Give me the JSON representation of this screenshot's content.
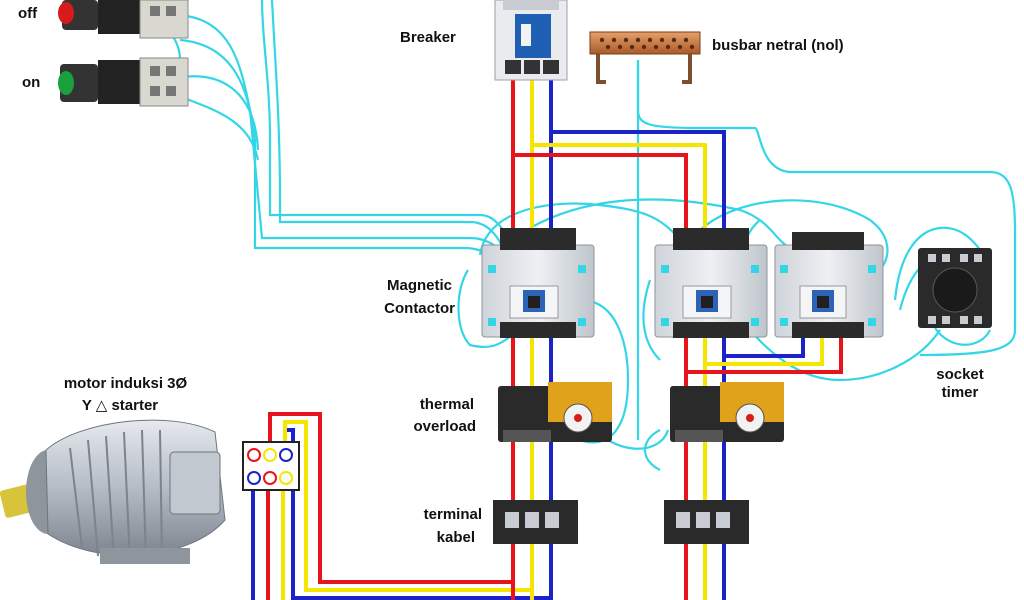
{
  "labels": {
    "off": "off",
    "on": "on",
    "breaker": "Breaker",
    "busbar": "busbar netral (nol)",
    "magnetic_contactor_1": "Magnetic",
    "magnetic_contactor_2": "Contactor",
    "motor_1": "motor  induksi  3Ø",
    "motor_2": "Y △  starter",
    "thermal_1": "thermal",
    "thermal_2": "overload",
    "socket_1": "socket",
    "socket_2": "timer",
    "terminal_1": "terminal",
    "terminal_2": "kabel"
  },
  "colors": {
    "phase_r": "#e8141c",
    "phase_s": "#f5e600",
    "phase_t": "#1a22c8",
    "control_wire": "#33d6e6",
    "busbar": "#c8783c"
  }
}
